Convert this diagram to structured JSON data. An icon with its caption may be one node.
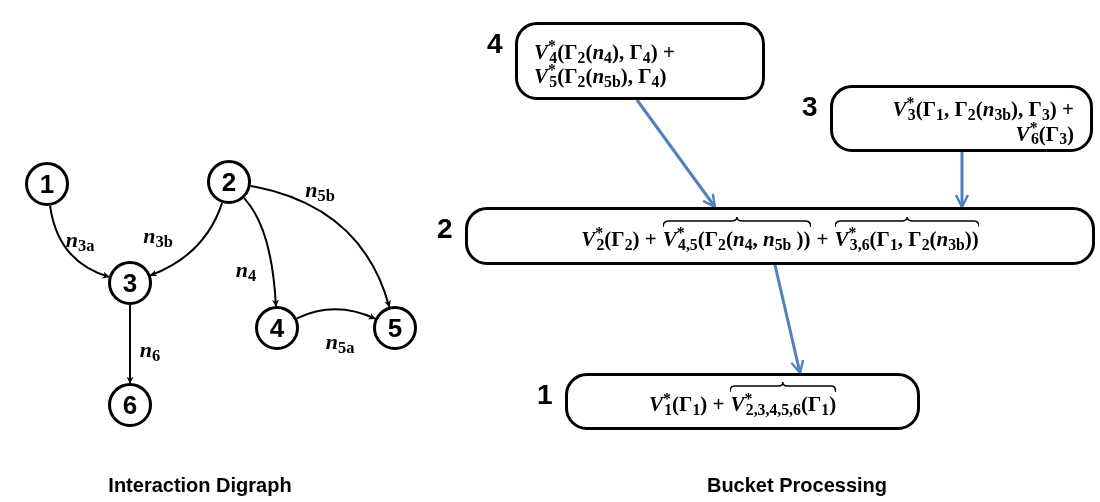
{
  "diagram": {
    "nodes": [
      {
        "text": [
          "1"
        ]
      },
      {
        "text": [
          "2"
        ]
      },
      {
        "text": [
          "3"
        ]
      },
      {
        "text": [
          "4"
        ]
      },
      {
        "text": [
          "5"
        ]
      },
      {
        "text": [
          "6"
        ]
      },
      {
        "text": [
          "4",
          "*V*$^{*}$$_{4}$(Γ$_{2}$(*n*$_{4}$), Γ$_{4}$) + *V*$^{*}$$_{5}$(Γ$_{2}$(*n*$_{5b}$), Γ$_{4}$)"
        ]
      },
      {
        "text": [
          "3",
          "*V*$^{*}$$_{3}$(Γ$_{1}$, Γ$_{2}$(*n*$_{3b}$), Γ$_{3}$) + *V*$^{*}$$_{6}$(Γ$_{3}$)"
        ]
      },
      {
        "text": [
          "2",
          "*V*$^{*}$$_{2}$(Γ$_{2}$) +",
          "*V*$^{*}$$_{4,5}$(Γ$_{2}$(*n*$_{4}$, *n*$_{5b}$ ))",
          "+",
          "*V*$^{*}$$_{3,6}$(Γ$_{1}$, Γ$_{2}$(*n*$_{3b}$))"
        ]
      },
      {
        "text": [
          "1",
          "*V*$^{*}$$_{1}$(Γ$_{1}$) +",
          "*V*$^{*}$$_{2,3,4,5,6}$(Γ$_{1}$)"
        ]
      }
    ],
    "edges": [
      {
        "from": 0,
        "to": 2,
        "arrow": "to",
        "label": "*n*$_{3a}$"
      },
      {
        "from": 1,
        "to": 2,
        "arrow": "to",
        "label": "*n*$_{3b}$"
      },
      {
        "from": 1,
        "to": 3,
        "arrow": "to",
        "label": "*n*$_{4}$"
      },
      {
        "from": 1,
        "to": 4,
        "arrow": "to",
        "label": "*n*$_{5b}$"
      },
      {
        "from": 3,
        "to": 4,
        "arrow": "to",
        "label": "*n*$_{5a}$"
      },
      {
        "from": 2,
        "to": 5,
        "arrow": "to",
        "label": "*n*$_{6}$"
      },
      {
        "from": 6,
        "to": 8,
        "arrow": "to",
        "color": "#4f81bd"
      },
      {
        "from": 7,
        "to": 8,
        "arrow": "to",
        "color": "#4f81bd"
      },
      {
        "from": 8,
        "to": 9,
        "arrow": "to",
        "color": "#4f81bd"
      }
    ],
    "labels": [
      "Interaction Digraph",
      "Bucket Processing"
    ]
  }
}
